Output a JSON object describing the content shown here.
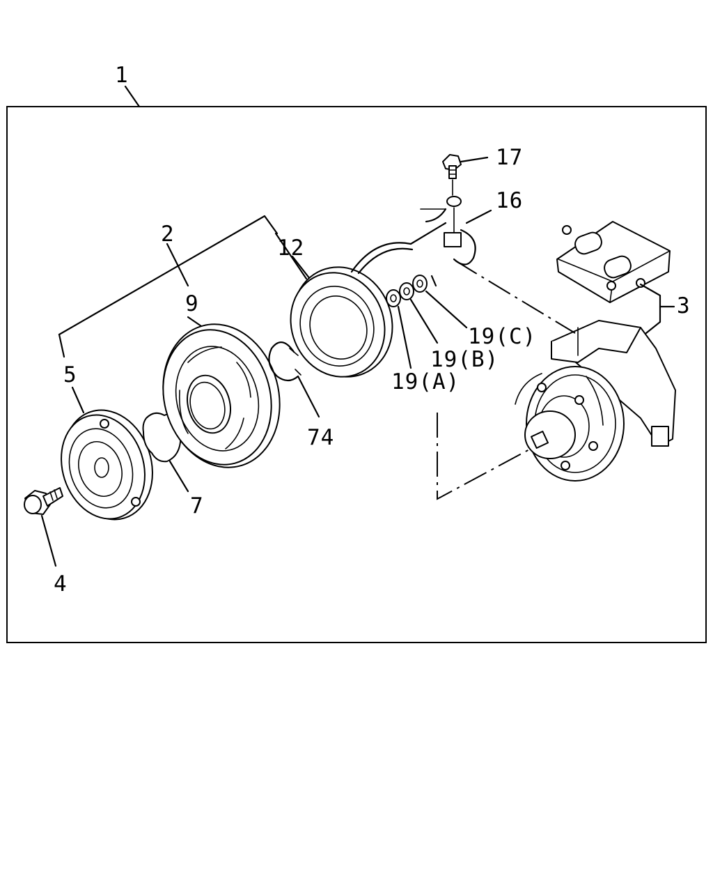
{
  "diagram": {
    "callouts": {
      "c1": "1",
      "c2": "2",
      "c3": "3",
      "c4": "4",
      "c5": "5",
      "c7": "7",
      "c9": "9",
      "c12": "12",
      "c16": "16",
      "c17": "17",
      "c19a": "19(A)",
      "c19b": "19(B)",
      "c19c": "19(C)",
      "c74": "74"
    }
  }
}
